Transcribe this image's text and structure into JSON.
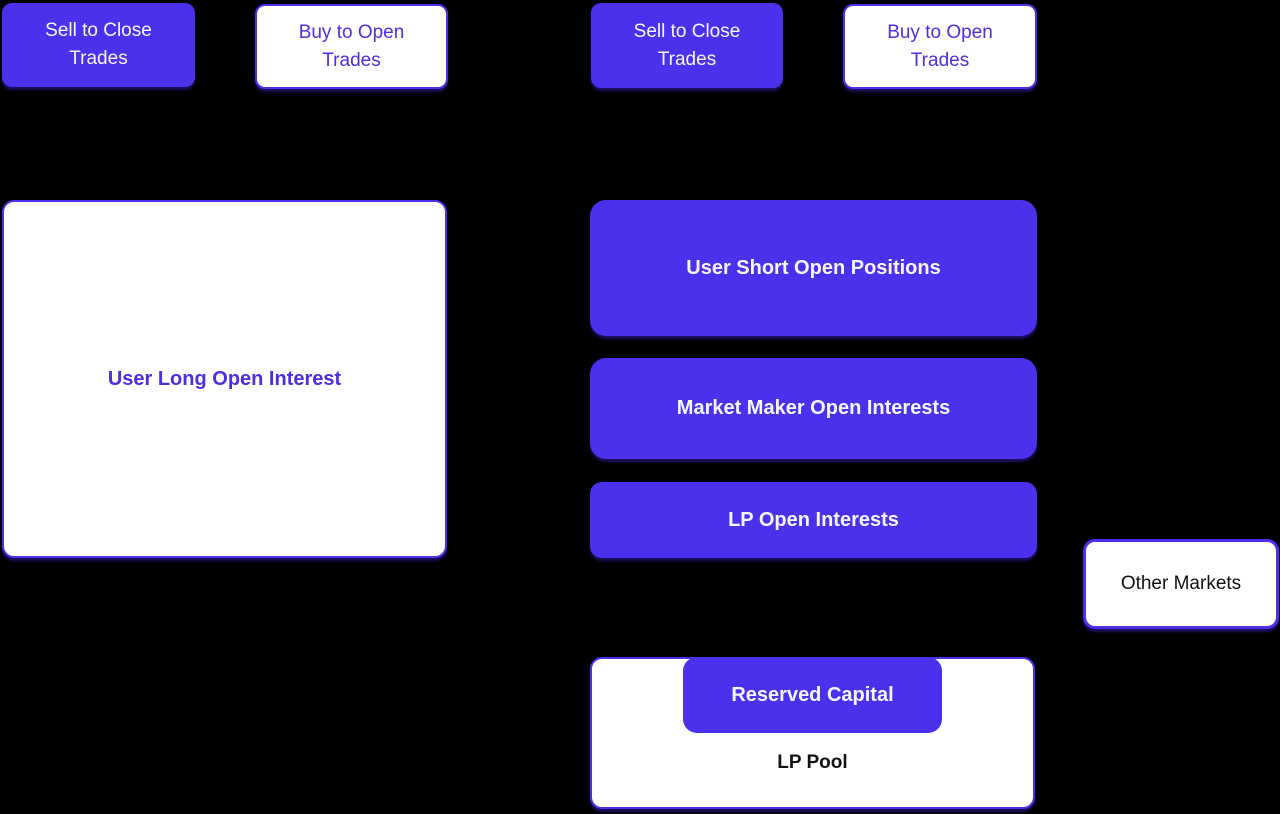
{
  "diagram": {
    "background": "#000000",
    "colors": {
      "accent_purple": "#4B30EC",
      "white_fill": "#FFFFFF",
      "purple_text": "#4B2FE0",
      "dark_text": "#111111",
      "light_text": "#F7F6FF"
    },
    "nodes": {
      "sell_to_close_left": {
        "label": "Sell to Close\nTrades"
      },
      "buy_to_open_left": {
        "label": "Buy to Open\nTrades"
      },
      "sell_to_close_right": {
        "label": "Sell to Close\nTrades"
      },
      "buy_to_open_right": {
        "label": "Buy to Open\nTrades"
      },
      "user_long_open_interest": {
        "label": "User Long Open Interest"
      },
      "user_short_open_positions": {
        "label": "User Short Open Positions"
      },
      "market_maker_open_interests": {
        "label": "Market Maker Open Interests"
      },
      "lp_open_interests": {
        "label": "LP Open Interests"
      },
      "other_markets": {
        "label": "Other Markets"
      },
      "reserved_capital": {
        "label": "Reserved Capital"
      },
      "lp_pool": {
        "label": "LP Pool"
      }
    }
  }
}
